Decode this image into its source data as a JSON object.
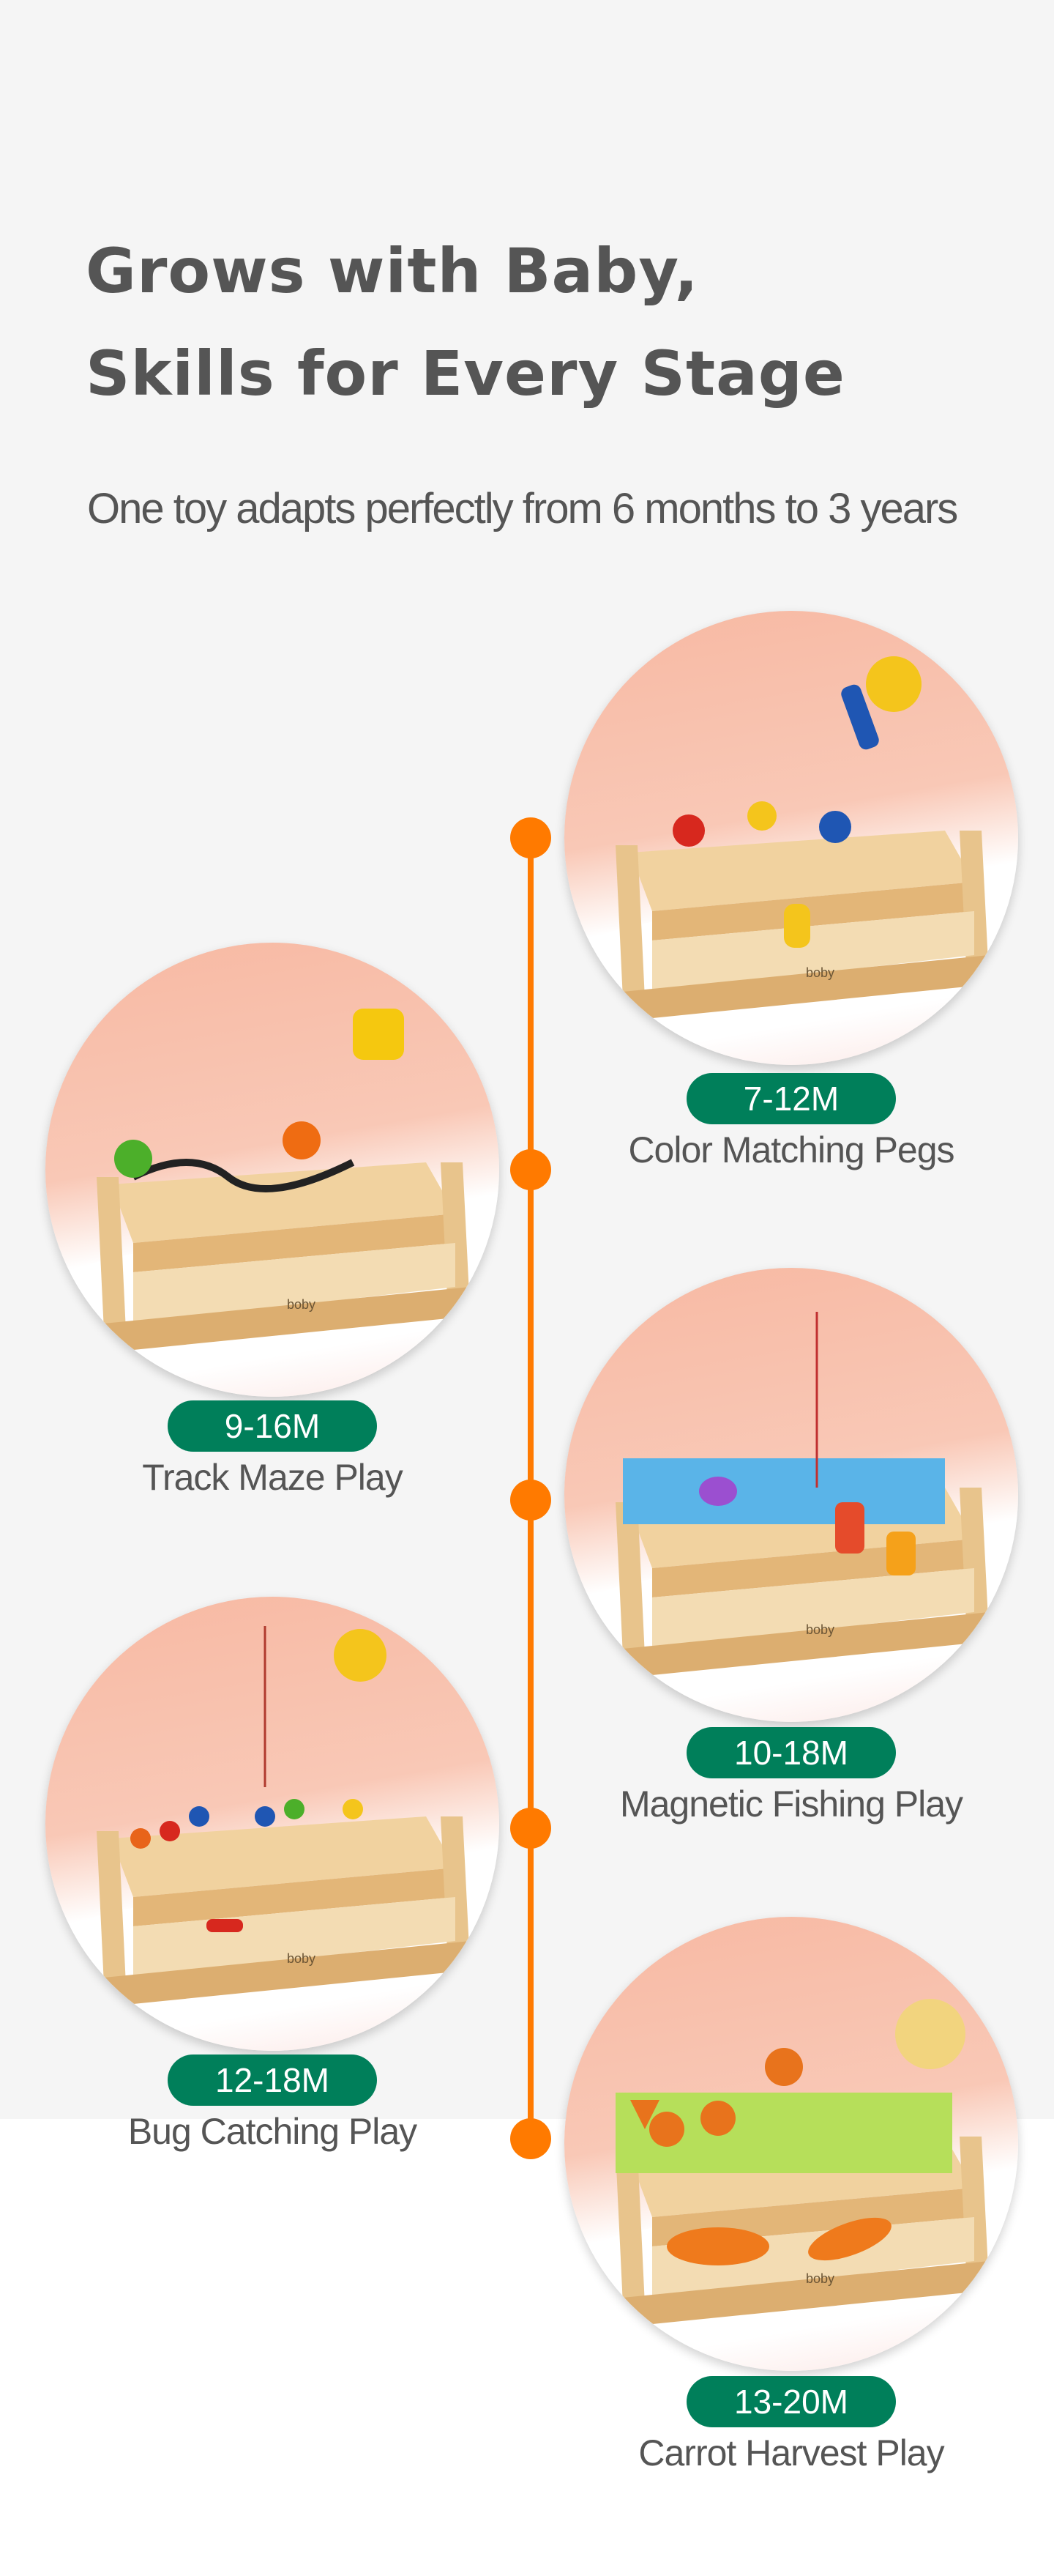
{
  "header": {
    "title_line1": "Grows with Baby,",
    "title_line2": "Skills for Every Stage",
    "subtitle": "One toy adapts perfectly from 6 months to 3 years"
  },
  "colors": {
    "timeline": "#ff7a00",
    "badge": "#007f5a",
    "text": "#555555",
    "background": "#f5f5f5"
  },
  "stages": [
    {
      "age": "7-12M",
      "label": "Color Matching Pegs",
      "brand": "boby"
    },
    {
      "age": "9-16M",
      "label": "Track Maze Play",
      "brand": "boby"
    },
    {
      "age": "10-18M",
      "label": "Magnetic Fishing Play",
      "brand": "boby"
    },
    {
      "age": "12-18M",
      "label": "Bug Catching Play",
      "brand": "boby"
    },
    {
      "age": "13-20M",
      "label": "Carrot Harvest Play",
      "brand": "boby"
    }
  ]
}
